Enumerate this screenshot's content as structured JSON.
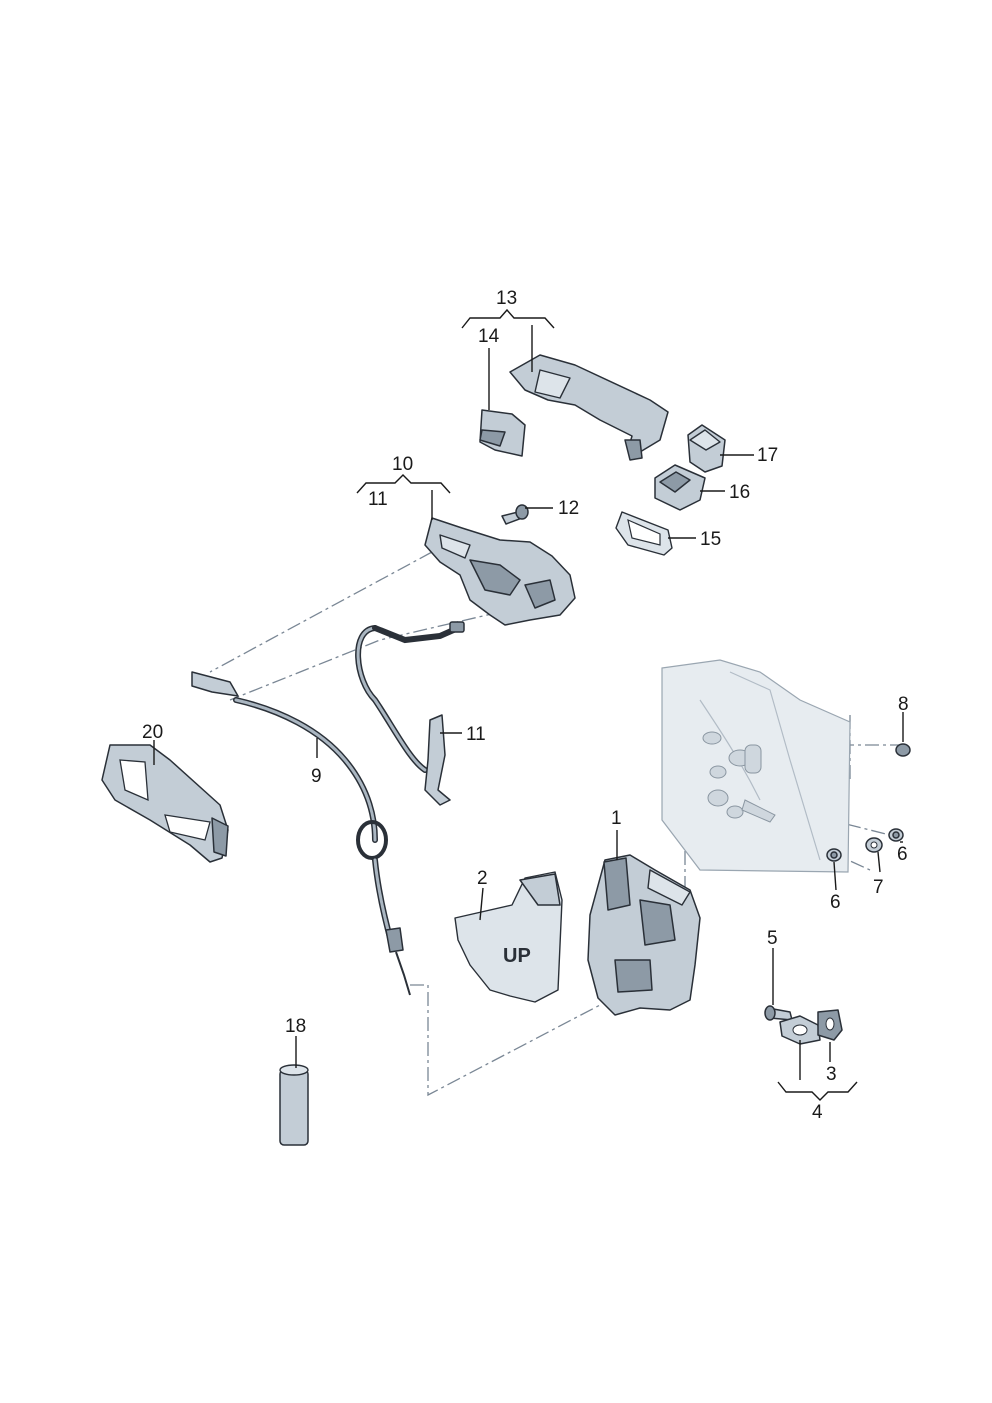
{
  "callouts": {
    "c1": "1",
    "c2": "2",
    "c3": "3",
    "c4": "4",
    "c5": "5",
    "c6a": "6",
    "c6b": "6",
    "c7": "7",
    "c8": "8",
    "c9": "9",
    "c10": "10",
    "c11a": "11",
    "c11b": "11",
    "c12": "12",
    "c13": "13",
    "c14": "14",
    "c15": "15",
    "c16": "16",
    "c17": "17",
    "c18": "18",
    "c20": "20"
  },
  "part_markings": {
    "up": "UP"
  },
  "colors": {
    "part_fill": "#c3cdd6",
    "part_stroke": "#2a3038",
    "panel_fill": "#e7ecf0",
    "dash_line": "#7a8795"
  }
}
